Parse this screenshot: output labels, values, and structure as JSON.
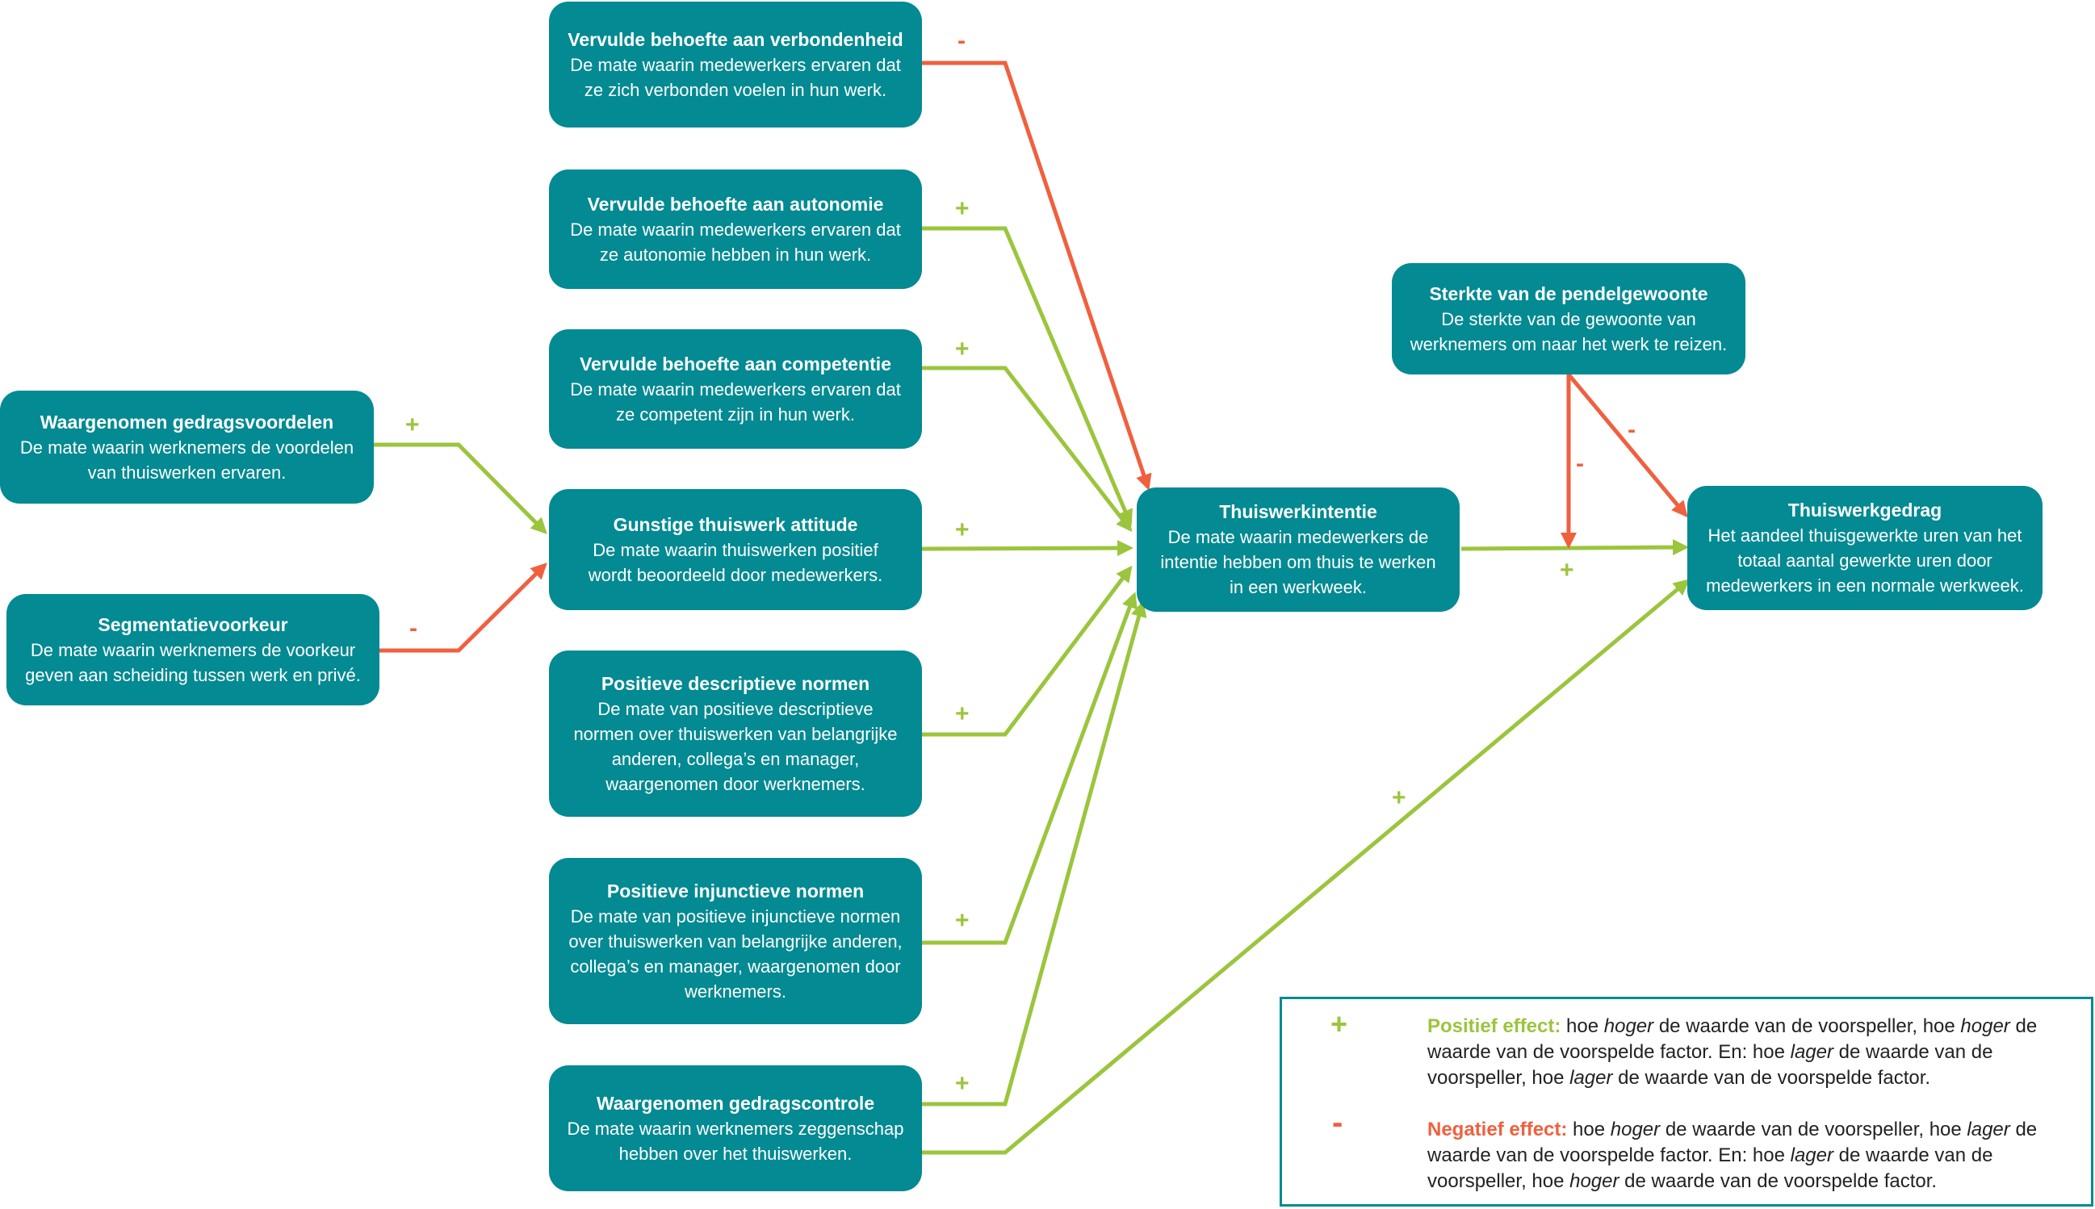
{
  "boxes": {
    "verbondenheid": {
      "title": "Vervulde behoefte aan verbondenheid",
      "desc": "De mate waarin medewerkers ervaren dat\nze zich verbonden voelen in hun werk."
    },
    "autonomie": {
      "title": "Vervulde behoefte aan autonomie",
      "desc": "De mate waarin medewerkers ervaren dat\nze autonomie hebben in hun werk."
    },
    "competentie": {
      "title": "Vervulde behoefte aan competentie",
      "desc": "De mate waarin medewerkers ervaren dat\nze competent zijn in hun werk."
    },
    "attitude": {
      "title": "Gunstige thuiswerk attitude",
      "desc": "De mate waarin thuiswerken positief\nwordt beoordeeld door medewerkers."
    },
    "descriptief": {
      "title": "Positieve descriptieve normen",
      "desc": "De mate van positieve descriptieve\nnormen over thuiswerken van belangrijke\nanderen, collega’s en manager,\nwaargenomen door werknemers."
    },
    "injunctief": {
      "title": "Positieve injunctieve normen",
      "desc": "De mate van positieve injunctieve normen\nover thuiswerken van belangrijke anderen,\ncollega’s en manager, waargenomen door\nwerknemers."
    },
    "gedragscontrole": {
      "title": "Waargenomen gedragscontrole",
      "desc": "De mate waarin werknemers zeggenschap\nhebben over het thuiswerken."
    },
    "gedragsvoordelen": {
      "title": "Waargenomen gedragsvoordelen",
      "desc": "De mate waarin werknemers de voordelen\nvan thuiswerken ervaren."
    },
    "segmentatie": {
      "title": "Segmentatievoorkeur",
      "desc": "De mate waarin werknemers de voorkeur\ngeven aan scheiding tussen werk en privé."
    },
    "intentie": {
      "title": "Thuiswerkintentie",
      "desc": "De mate waarin medewerkers de\nintentie hebben om thuis te werken\nin een werkweek."
    },
    "pendel": {
      "title": "Sterkte van de pendelgewoonte",
      "desc": "De sterkte van de gewoonte van\nwerknemers om naar het werk te reizen."
    },
    "gedrag": {
      "title": "Thuiswerkgedrag",
      "desc": "Het aandeel thuisgewerkte uren van het\ntotaal aantal gewerkte uren door\nmedewerkers in een normale werkweek."
    }
  },
  "signs": {
    "plus": "+",
    "minus": "-"
  },
  "legend": {
    "positive_label": "Positief effect:",
    "positive_1": " hoe ",
    "positive_2": "hoger",
    "positive_3": " de waarde van de voorspeller, hoe ",
    "positive_4": "hoger",
    "positive_5": " de waarde van de voorspelde factor. En: hoe ",
    "positive_6": "lager",
    "positive_7": " de waarde van de voorspeller, hoe ",
    "positive_8": "lager",
    "positive_9": " de waarde van de voorspelde factor.",
    "negative_label": "Negatief effect:",
    "negative_1": " hoe ",
    "negative_2": "hoger",
    "negative_3": " de waarde van de voorspeller, hoe ",
    "negative_4": "lager",
    "negative_5": " de waarde van de voorspelde factor. En: hoe ",
    "negative_6": "lager",
    "negative_7": " de waarde van de voorspeller, hoe ",
    "negative_8": "hoger",
    "negative_9": " de waarde van de voorspelde factor."
  },
  "colors": {
    "box": "#038a92",
    "positive": "#9bc53d",
    "negative": "#f0603e"
  }
}
